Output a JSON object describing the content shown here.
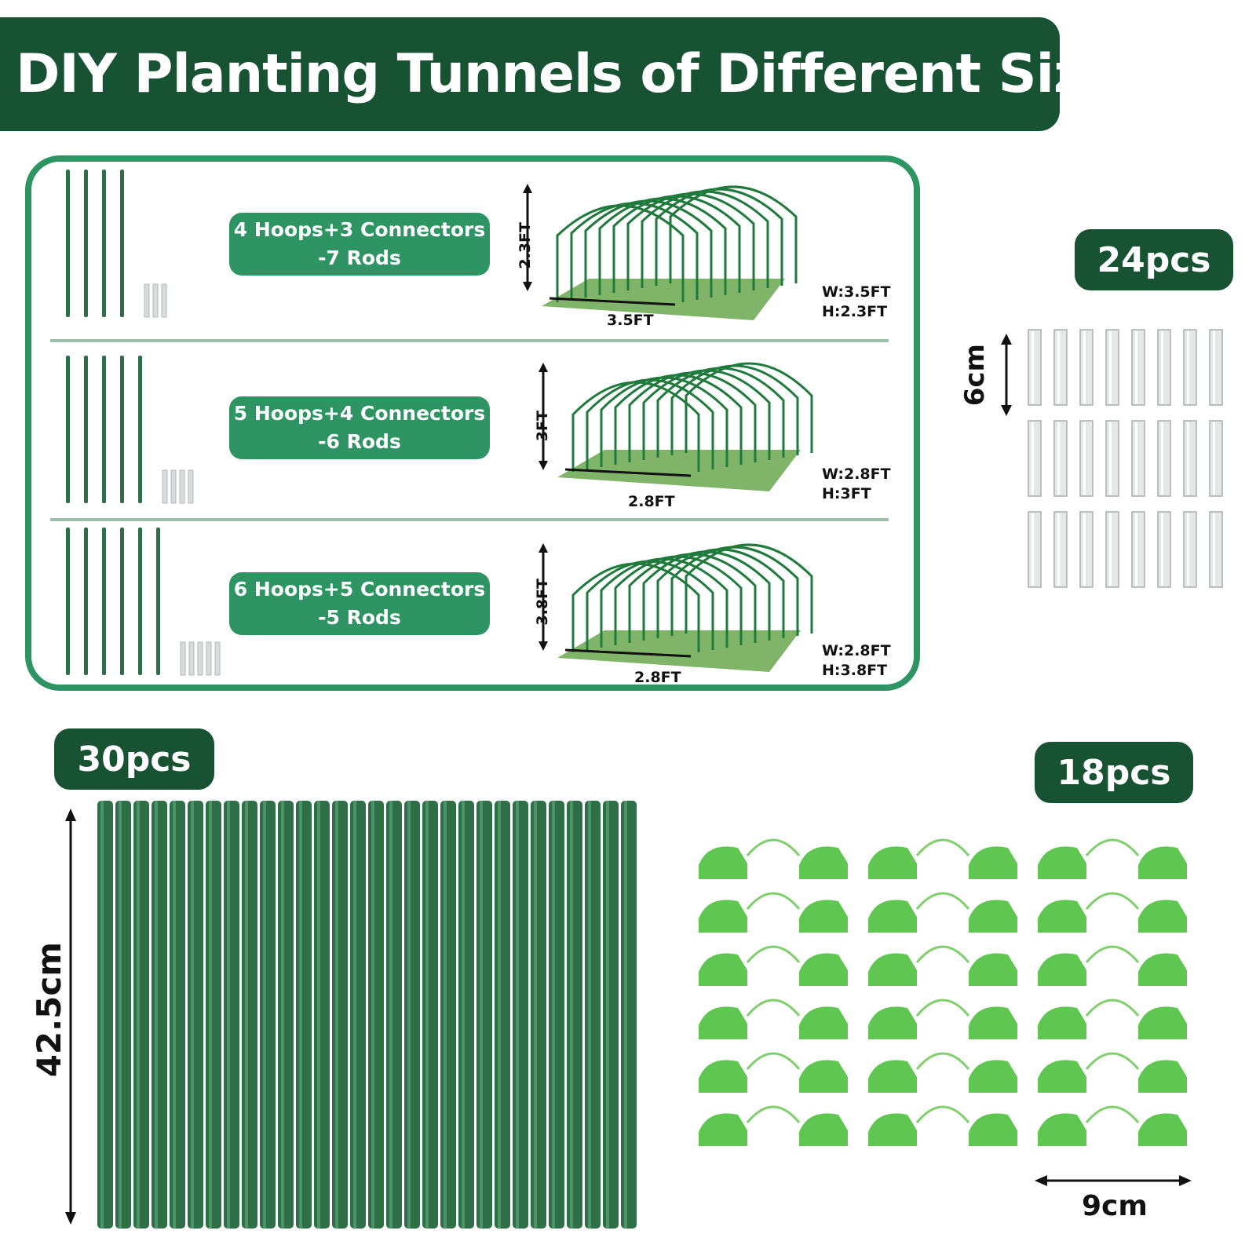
{
  "title": "DIY Planting Tunnels of Different Sizes",
  "colors": {
    "dark_green": "#175333",
    "accent_green": "#2e9463",
    "clip_green": "#5fc651",
    "rod_green": "#2f6f48"
  },
  "configs": [
    {
      "line1": "4 Hoops+3 Connectors",
      "line2": "-7 Rods",
      "height_label": "2.3FT",
      "width_label": "3.5FT",
      "w": "W:3.5FT",
      "h": "H:2.3FT",
      "rods": 4,
      "connectors": 3
    },
    {
      "line1": "5 Hoops+4 Connectors",
      "line2": "-6 Rods",
      "height_label": "3FT",
      "width_label": "2.8FT",
      "w": "W:2.8FT",
      "h": "H:3FT",
      "rods": 5,
      "connectors": 4
    },
    {
      "line1": "6 Hoops+5 Connectors",
      "line2": "-5 Rods",
      "height_label": "3.8FT",
      "width_label": "2.8FT",
      "w": "W:2.8FT",
      "h": "H:3.8FT",
      "rods": 6,
      "connectors": 5
    }
  ],
  "connectors_set": {
    "count": "24pcs",
    "size": "6cm"
  },
  "rods_set": {
    "count": "30pcs",
    "size": "42.5cm"
  },
  "clips_set": {
    "count": "18pcs",
    "size": "9cm"
  },
  "icons": [
    "rod-icon",
    "connector-tube-icon",
    "tunnel-hoop-icon",
    "clip-icon",
    "dimension-arrow-icon"
  ]
}
